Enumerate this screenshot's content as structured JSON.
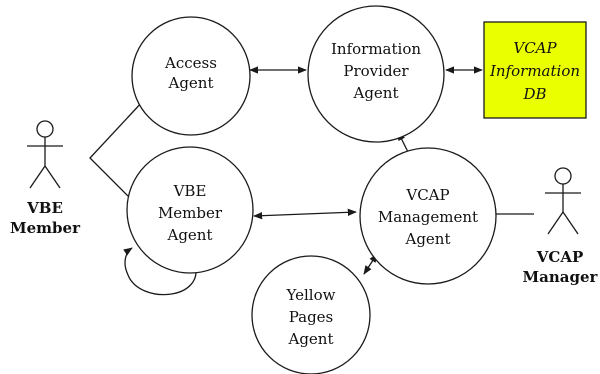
{
  "diagram": {
    "agents": {
      "access": [
        "Access",
        "Agent"
      ],
      "info_provider": [
        "Information",
        "Provider",
        "Agent"
      ],
      "vbe_member": [
        "VBE",
        "Member",
        "Agent"
      ],
      "vcap_mgmt": [
        "VCAP",
        "Management",
        "Agent"
      ],
      "yellow_pages": [
        "Yellow",
        "Pages",
        "Agent"
      ]
    },
    "database": {
      "lines": [
        "VCAP",
        "Information",
        "DB"
      ],
      "fill_color": "#eaff00"
    },
    "actors": {
      "vbe_member": [
        "VBE",
        "Member"
      ],
      "vcap_manager": [
        "VCAP",
        "Manager"
      ]
    }
  }
}
